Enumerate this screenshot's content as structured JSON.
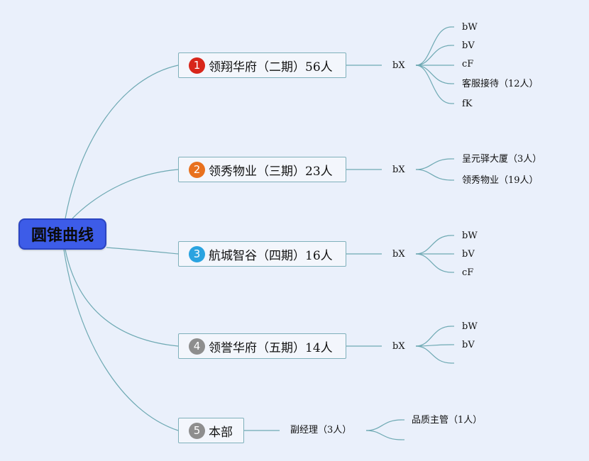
{
  "root": {
    "label": "圆锥曲线",
    "color": "#3d5ce8"
  },
  "branches": [
    {
      "index": "1",
      "label": "领翔华府（二期）56人",
      "badge_color": "#d8261a",
      "mid": "bX",
      "leaves": [
        "bW",
        "bV",
        "cF",
        "客服接待（12人）",
        "fK"
      ]
    },
    {
      "index": "2",
      "label": "领秀物业（三期）23人",
      "badge_color": "#e8711e",
      "mid": "bX",
      "leaves": [
        "呈元驿大厦（3人）",
        "领秀物业（19人）"
      ]
    },
    {
      "index": "3",
      "label": "航城智谷（四期）16人",
      "badge_color": "#2aa3e0",
      "mid": "bX",
      "leaves": [
        "bW",
        "bV",
        "cF"
      ]
    },
    {
      "index": "4",
      "label": "领誉华府（五期）14人",
      "badge_color": "#8e8e8e",
      "mid": "bX",
      "leaves": [
        "bW",
        "bV",
        ""
      ]
    },
    {
      "index": "5",
      "label": "本部",
      "badge_color": "#8e8e8e",
      "mid": "副经理（3人）",
      "leaves": [
        "品质主管（1人）",
        ""
      ]
    }
  ],
  "line_color": "#6ea9b3"
}
